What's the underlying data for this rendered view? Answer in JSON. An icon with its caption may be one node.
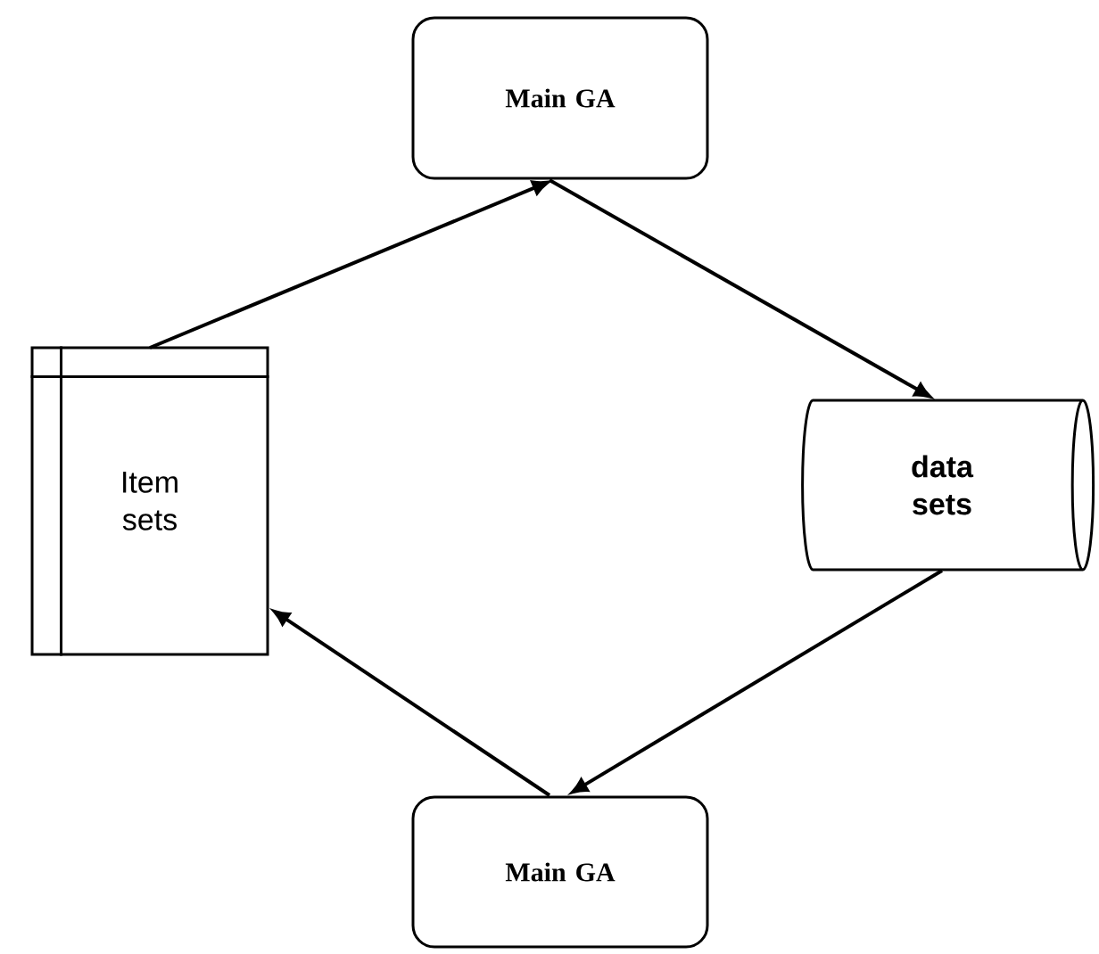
{
  "diagram": {
    "nodes": [
      {
        "text": [
          "Main GA"
        ]
      },
      {
        "text": [
          "Item sets"
        ]
      },
      {
        "text": [
          "data sets"
        ]
      },
      {
        "text": [
          "Main GA"
        ]
      }
    ],
    "edges": [
      {
        "from": 1,
        "to": 0,
        "arrow": "to"
      },
      {
        "from": 0,
        "to": 2,
        "arrow": "to"
      },
      {
        "from": 2,
        "to": 3,
        "arrow": "to"
      },
      {
        "from": 3,
        "to": 1,
        "arrow": "to"
      }
    ]
  }
}
